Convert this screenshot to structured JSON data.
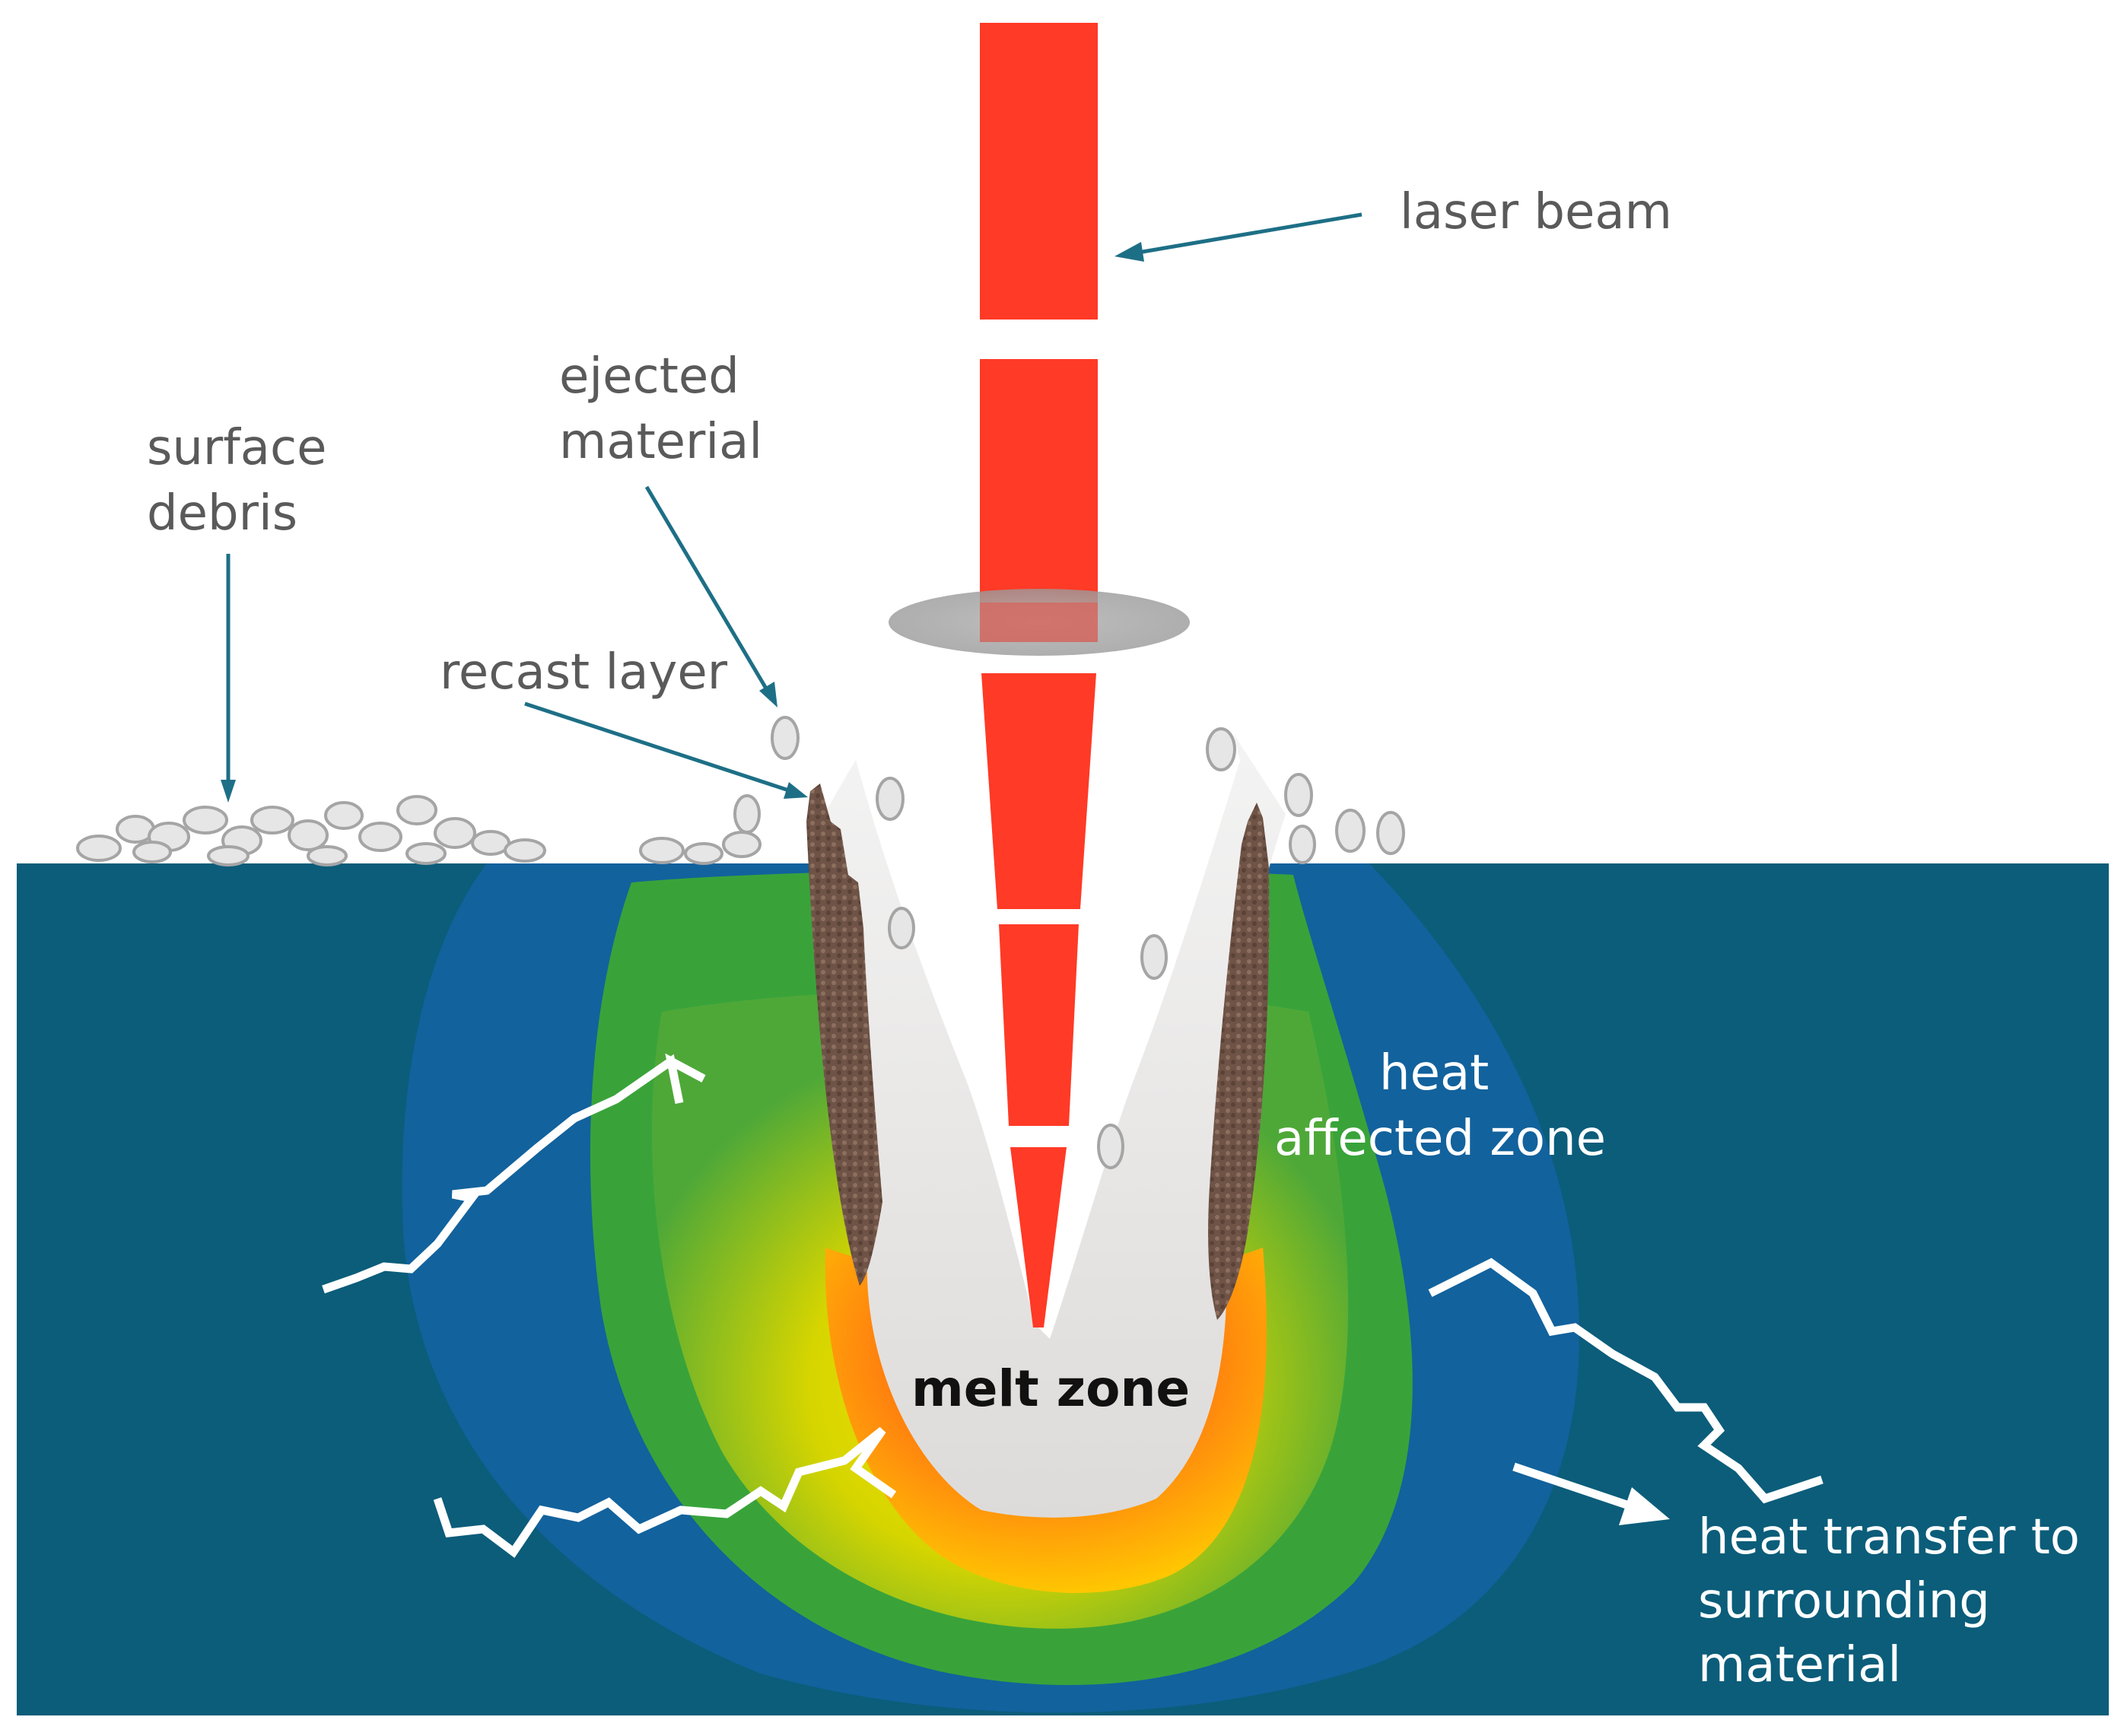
{
  "labels": {
    "laser_beam": "laser beam",
    "ejected_line1": "ejected",
    "ejected_line2": "material",
    "surface_line1": "surface",
    "surface_line2": "debris",
    "recast": "recast layer",
    "haz_line1": "heat",
    "haz_line2": "affected zone",
    "melt": "melt zone",
    "transfer_line1": "heat transfer to",
    "transfer_line2": "surrounding",
    "transfer_line3": "material"
  },
  "colors": {
    "substrate": "#0b5d7a",
    "outer_glow": "#1463a3",
    "laser": "#ff3a26",
    "leader": "#1d6f86",
    "recast": "#6e5346",
    "green": "#39a33a",
    "yellow": "#d8d400",
    "orange": "#f59a1a",
    "melt": "#e9e7e5"
  }
}
